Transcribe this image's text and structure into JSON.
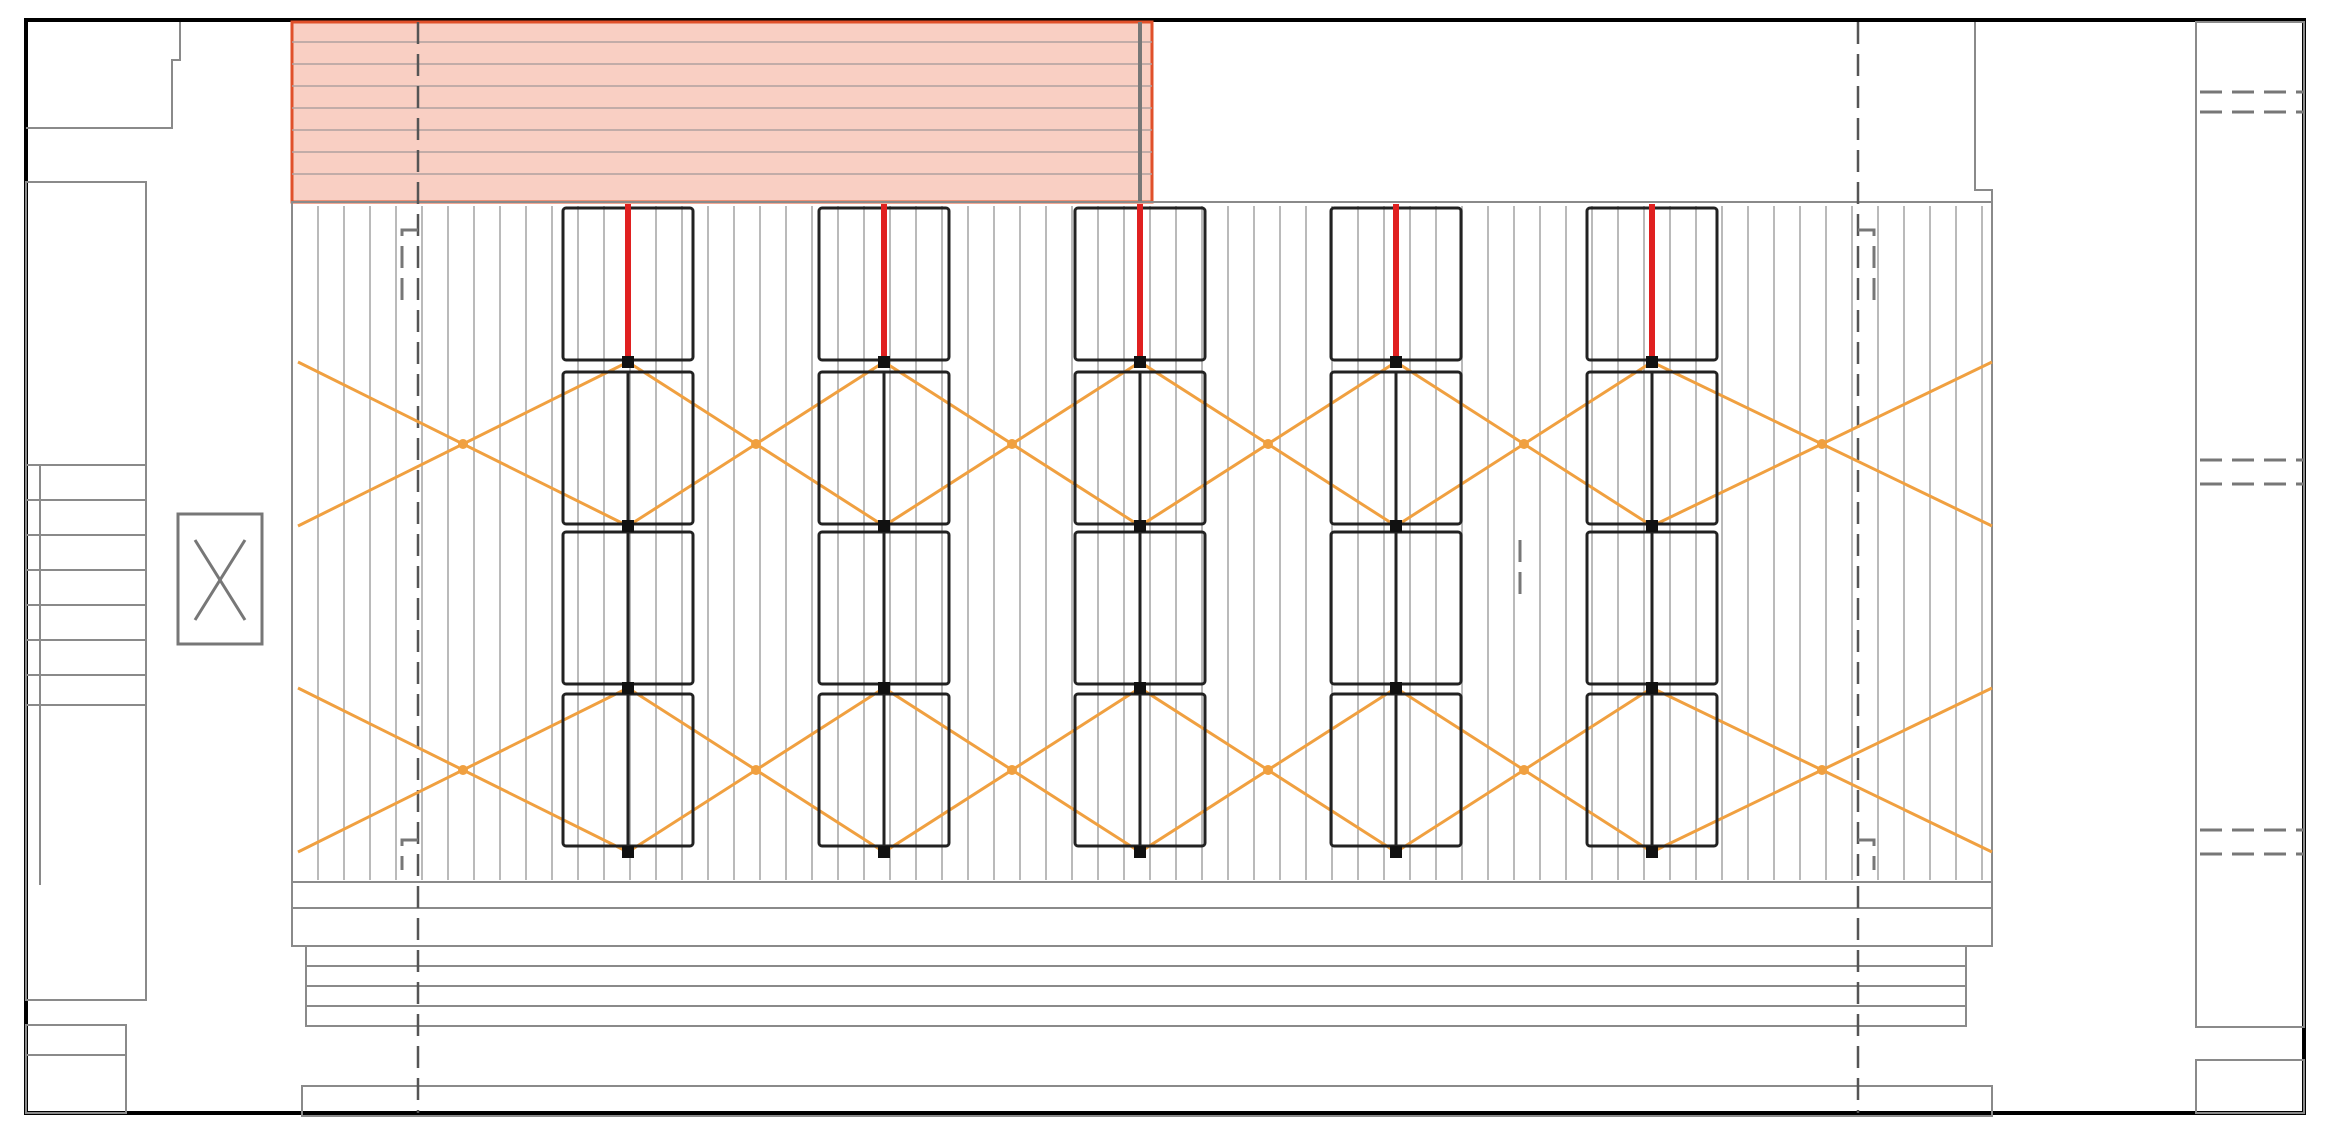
{
  "colors": {
    "frame": "#000000",
    "linework": "#8a8a8a",
    "highlight_fill": "#f9cfc3",
    "highlight_stroke": "#e0502a",
    "brace": "#f0a040",
    "post_red": "#e02020",
    "bay_stroke": "#222222"
  },
  "plan": {
    "highlighted_area": "highlighted-zone",
    "bay_columns": 5,
    "bay_rows": 4,
    "brace_rows": 2,
    "brace_bays": 6
  }
}
